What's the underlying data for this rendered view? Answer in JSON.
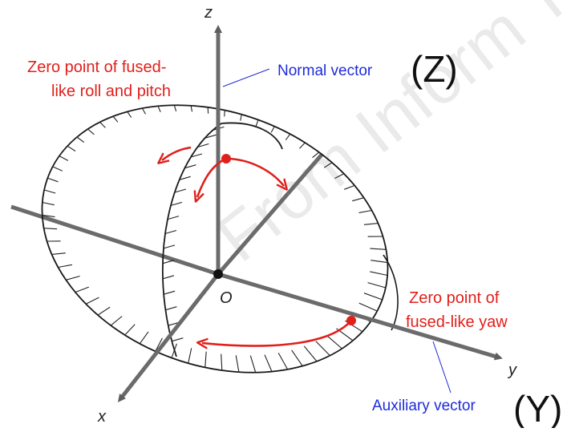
{
  "axes": {
    "z": "z",
    "y": "y",
    "x": "x",
    "origin": "O"
  },
  "labels": {
    "zero_roll_pitch_line1": "Zero point of fused-",
    "zero_roll_pitch_line2": "like roll and pitch",
    "normal_vector": "Normal vector",
    "z_big": "(Z)",
    "zero_yaw_line1": "Zero point of",
    "zero_yaw_line2": "fused-like yaw",
    "auxiliary_vector": "Auxiliary vector",
    "y_big": "(Y)"
  },
  "watermark": "From Inform Tec",
  "colors": {
    "axis": "#6b6b6b",
    "arrow_red": "#e0201c",
    "label_blue": "#1f2bd6",
    "outline": "#1a1a1a"
  }
}
